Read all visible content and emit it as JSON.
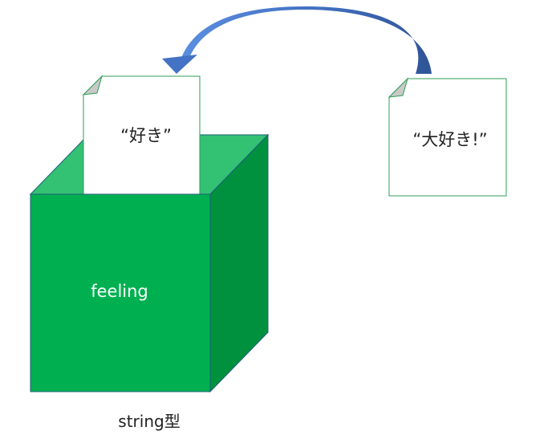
{
  "diagram": {
    "box": {
      "label": "feeling",
      "type_caption": "string型",
      "front_color": "#00b050",
      "top_color": "#33c173",
      "side_color": "#00913f",
      "edge_color": "#1f5f7a"
    },
    "card_in_box": {
      "text": "“好き”"
    },
    "card_new": {
      "text": "“大好き!”"
    },
    "arrow": {
      "color": "#4472c4",
      "dark_color": "#2f5597"
    },
    "card_border_color": "#2e9e54"
  }
}
